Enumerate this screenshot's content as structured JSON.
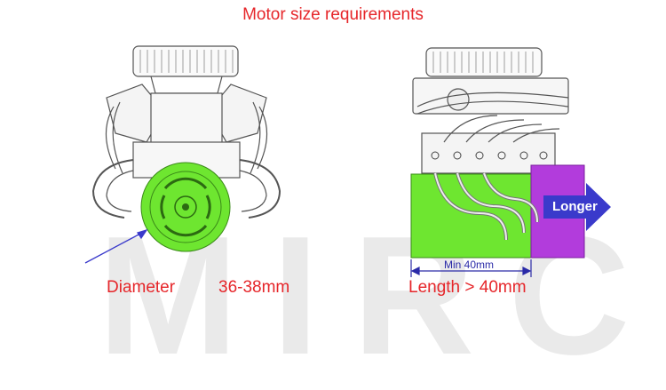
{
  "title": "Motor size requirements",
  "watermark": "MIRC",
  "left": {
    "diameter_label": "Diameter",
    "diameter_value": "36-38mm"
  },
  "right": {
    "length_label": "Length  > 40mm",
    "min_label": "Min 40mm",
    "longer_label": "Longer"
  },
  "colors": {
    "title": "#e6262a",
    "motor_green": "#6ee630",
    "motor_purple": "#b23cdc",
    "arrow_blue": "#3a3acb",
    "dimension_line": "#2b2ba8"
  }
}
